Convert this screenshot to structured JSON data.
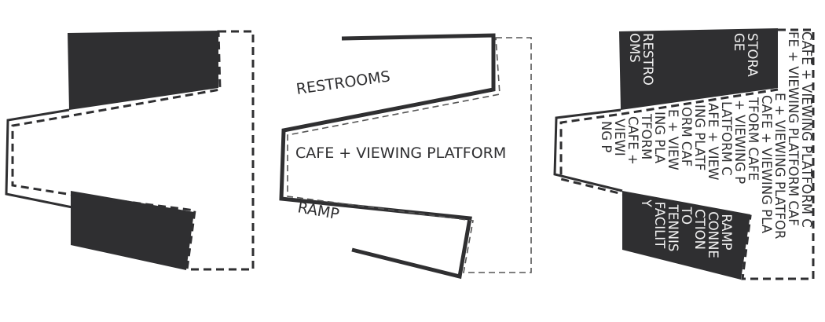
{
  "colors": {
    "ink": "#2f2f31",
    "background": "#ffffff",
    "light_text": "#f2f2f2"
  },
  "panel_2": {
    "labels": {
      "restrooms": "RESTROOMS",
      "cafe": "CAFE + VIEWING PLATFORM",
      "ramp": "RAMP"
    }
  },
  "panel_3": {
    "dark_top_text": [
      "STORA",
      "GE",
      "RESTRO",
      "OMS"
    ],
    "dark_bottom_text": [
      "RAMP",
      "CONNE",
      "CTION",
      "TO",
      "TENNIS",
      "FACILIT",
      "Y"
    ],
    "pattern_columns": [
      "CAFE + VIEWING PLATFORM C",
      "FE + VIEWING PLATFORM CAF",
      "E + VIEWING PLATFOR",
      "CAFE + VIEWING PLA",
      "TFORM CAFE",
      "+ VIEWING P",
      "LATFORM C",
      "AFE + VIEW",
      "ING PLATF",
      "ORM CAF",
      "E + VIEW",
      "ING PLA",
      "TFORM",
      "CAFE +",
      "VIEWI",
      "NG P"
    ]
  }
}
